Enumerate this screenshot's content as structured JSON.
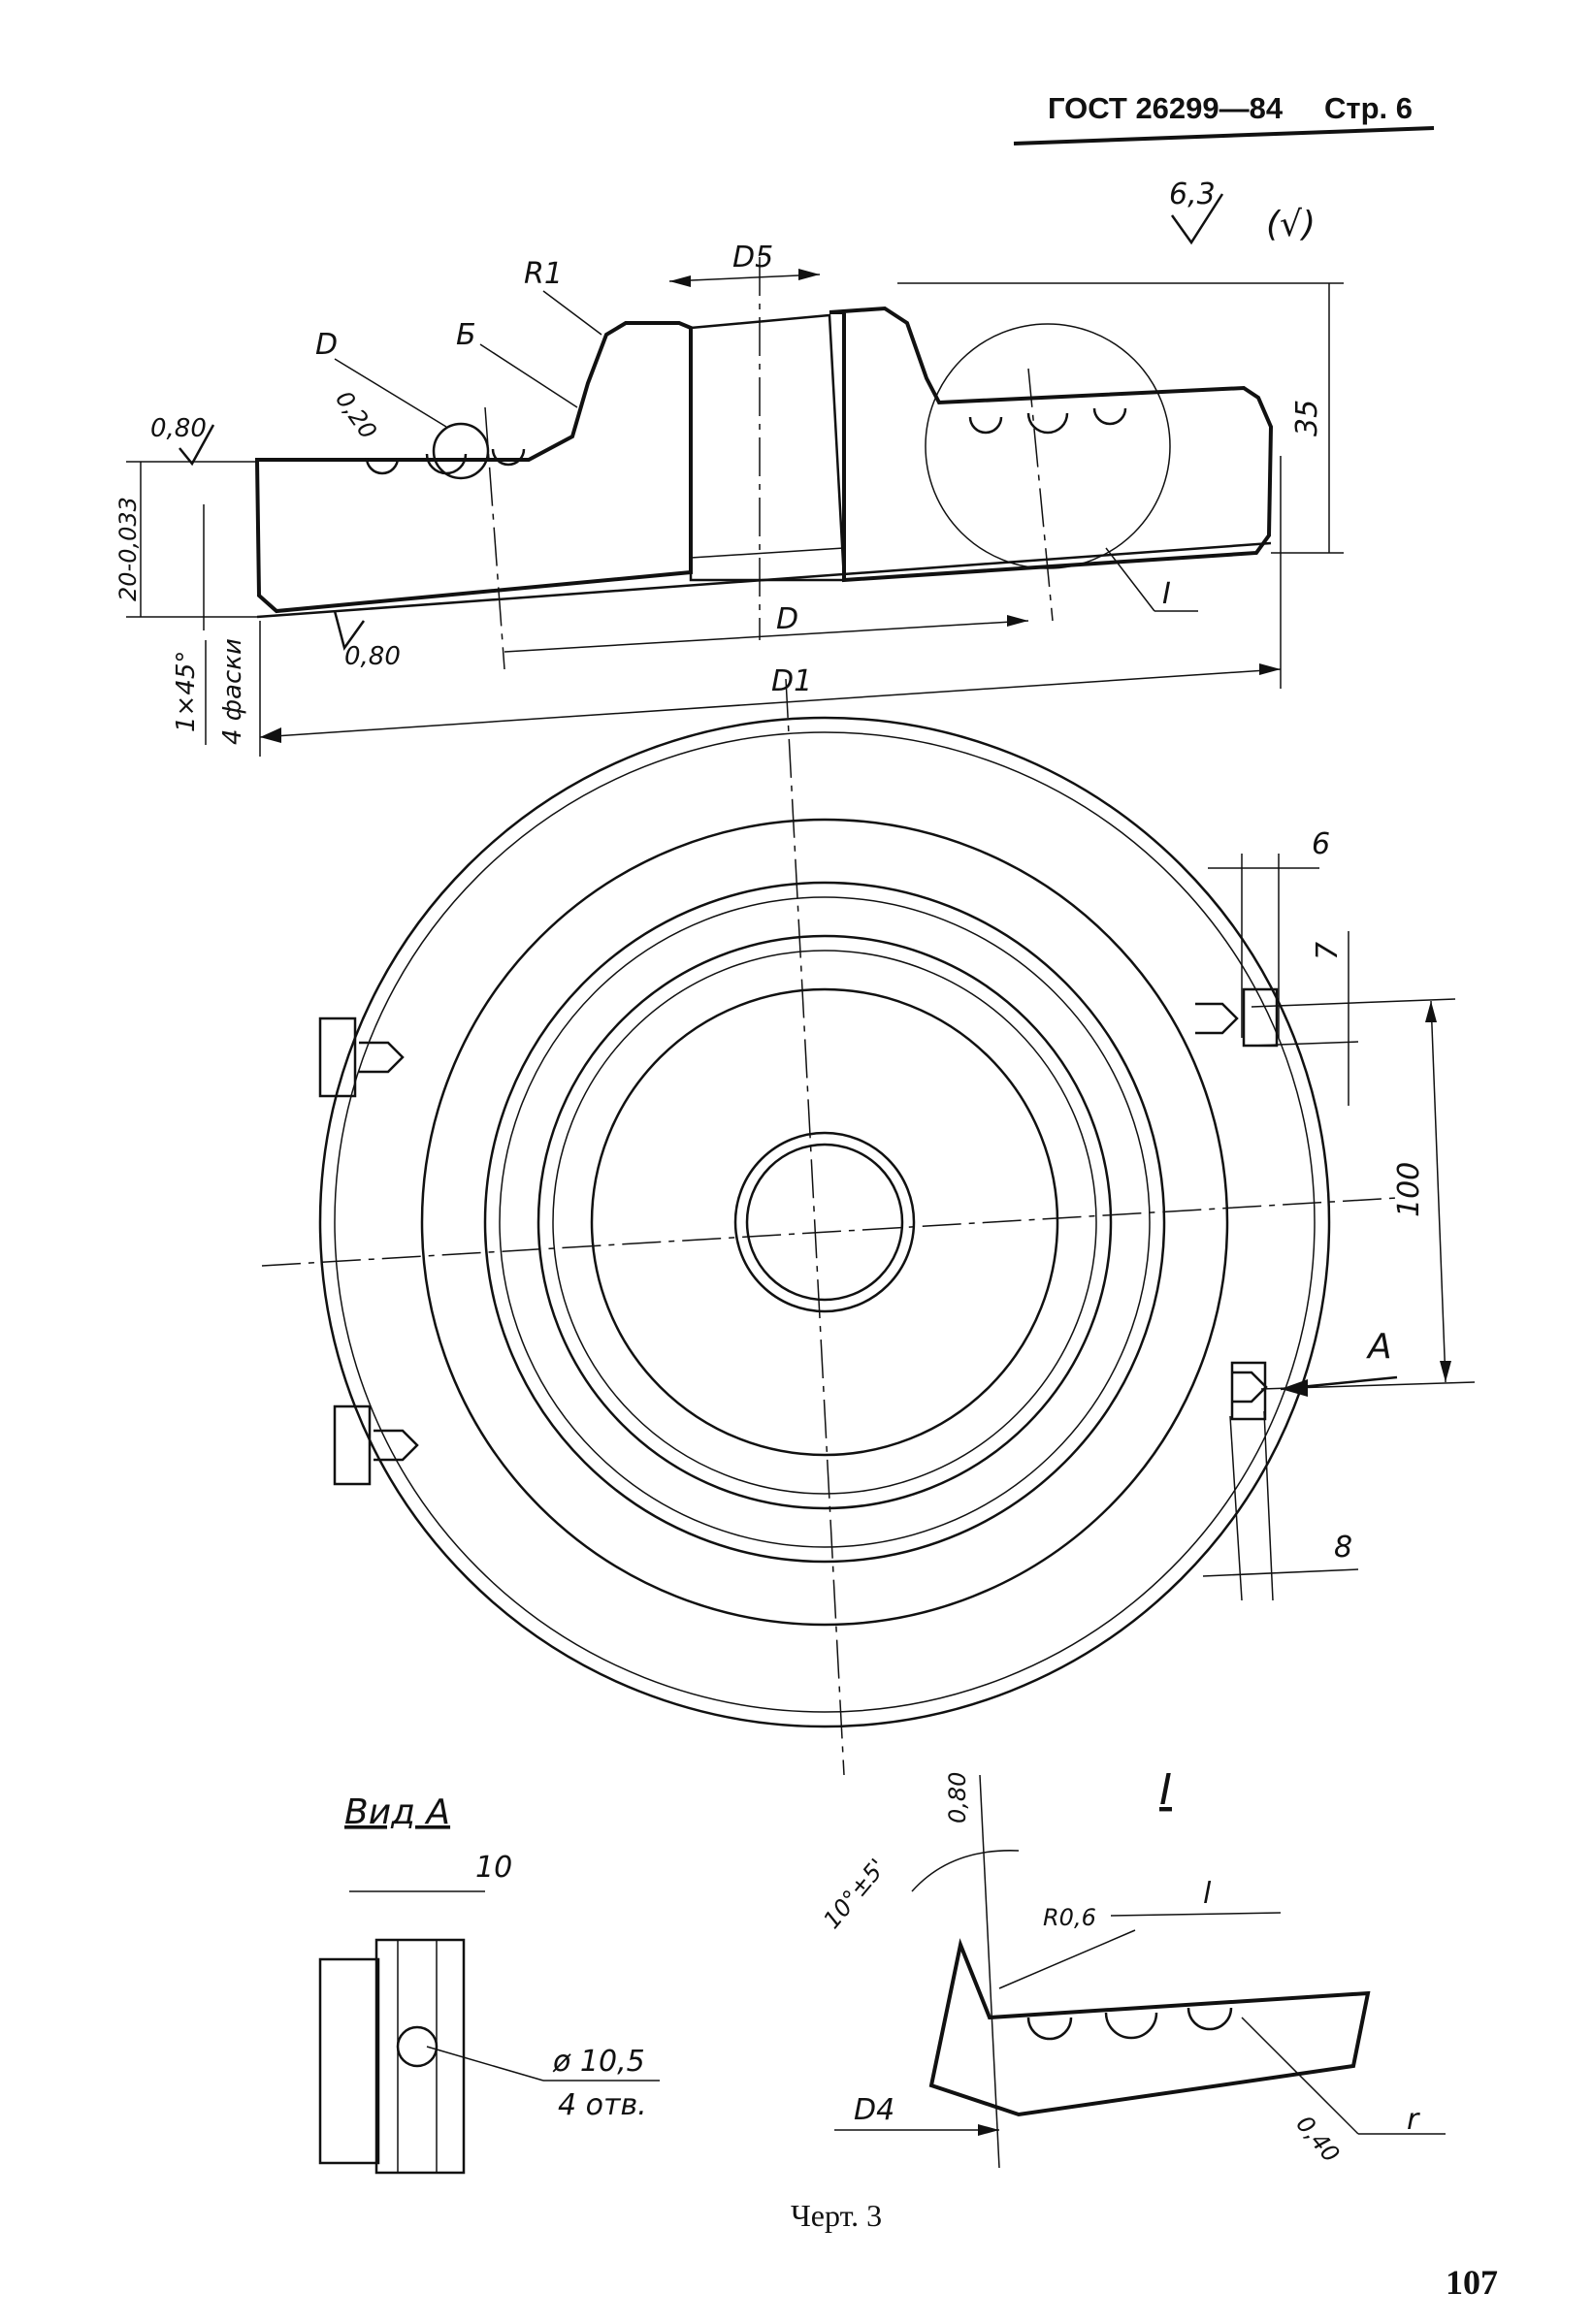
{
  "header": {
    "standard": "ГОСТ 26299—84",
    "page_ref": "Стр. 6"
  },
  "surface_finish": {
    "general_value": "6,3",
    "general_mark": "(√)"
  },
  "section_view": {
    "labels": {
      "d5": "D5",
      "r1": "R1",
      "d": "D",
      "b": "Б",
      "rough_020": "0,20",
      "rough_080_top": "0,80",
      "thickness_tol": "20-0,033",
      "height": "35",
      "chamfer": "1×45°",
      "chamfer_note": "4 фаски",
      "rough_080_bottom": "0,80",
      "d1": "D1",
      "detail_ref": "I"
    }
  },
  "plan_view": {
    "labels": {
      "dim_6": "6",
      "dim_7": "7",
      "dim_100": "100",
      "dim_8": "8",
      "view_arrow": "A"
    }
  },
  "view_a": {
    "title": "Вид А",
    "dim_10": "10",
    "hole": "ø 10,5",
    "hole_count": "4 отв."
  },
  "detail_i": {
    "title": "I",
    "angle": "10°±5'",
    "rough_080": "0,80",
    "r06": "R0,6",
    "l": "l",
    "r": "r",
    "d4": "D4",
    "rough_040": "0,40"
  },
  "footer": {
    "caption": "Черт. 3",
    "page_number": "107"
  }
}
